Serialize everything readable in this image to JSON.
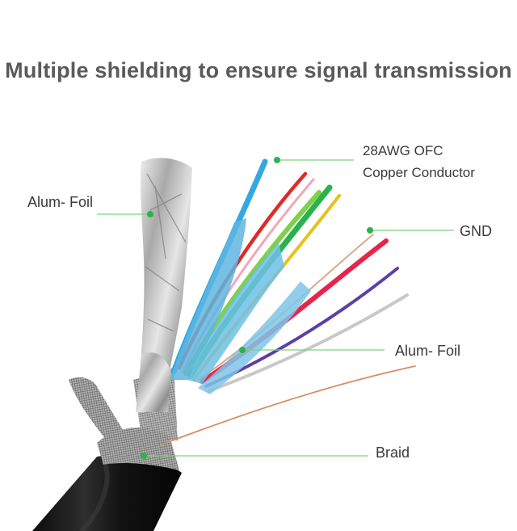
{
  "headline": "Multiple shielding to ensure signal transmission",
  "callouts": {
    "conductor_line1": "28AWG OFC",
    "conductor_line2": "Copper Conductor",
    "outer_foil": "Alum- Foil",
    "ground": "GND",
    "inner_foil": "Alum- Foil",
    "braid": "Braid"
  },
  "colors": {
    "leader_line": "#7ed37e",
    "leader_dot": "#2db34a",
    "headline_text": "#5a5a5a",
    "label_text": "#3a3a3a"
  },
  "wire_colors": [
    "#35a8e0",
    "#e02a2a",
    "#7fd04a",
    "#2bb24c",
    "#e6c21a",
    "#e8234a",
    "#5b3fa8",
    "#c8c8c8",
    "#d4906a"
  ]
}
